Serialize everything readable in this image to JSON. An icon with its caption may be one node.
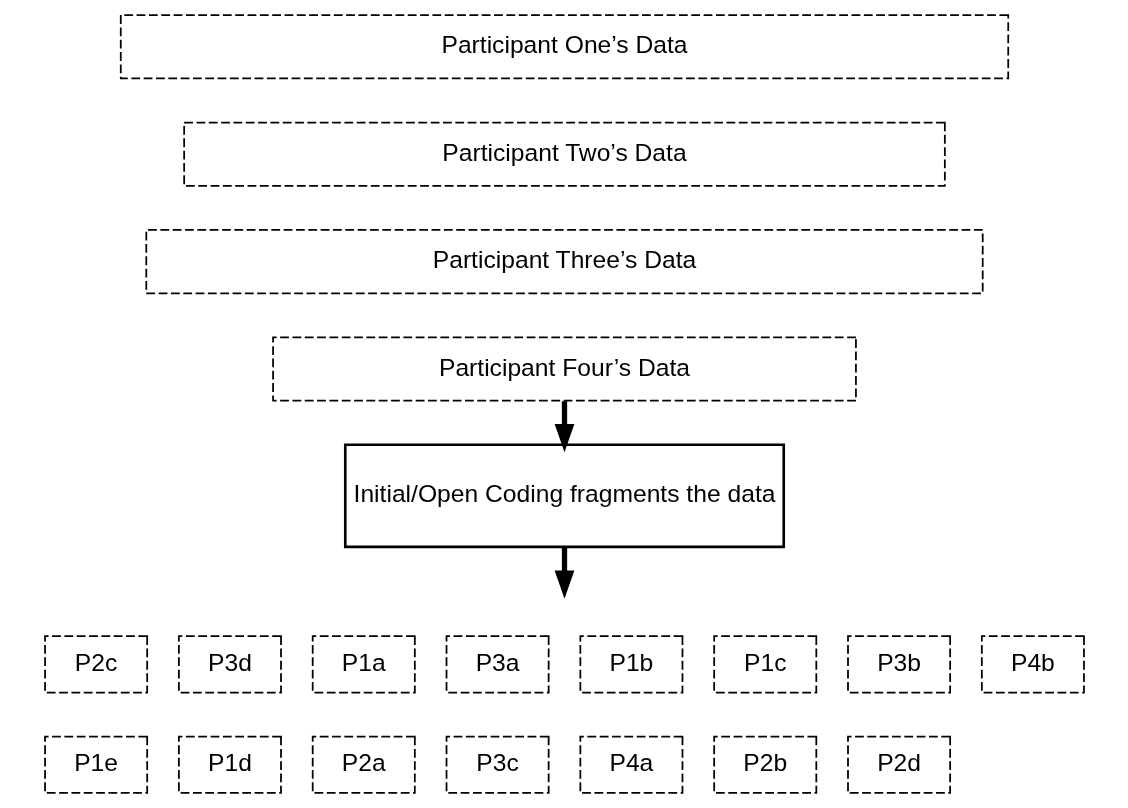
{
  "diagram": {
    "nodes": [
      {
        "text": [
          "Participant One’s Data"
        ]
      },
      {
        "text": [
          "Participant Two’s Data"
        ]
      },
      {
        "text": [
          "Participant Three’s Data"
        ]
      },
      {
        "text": [
          "Participant Four’s Data"
        ]
      },
      {
        "text": [
          "Initial/Open Coding fragments the data"
        ]
      },
      {
        "text": [
          "P2c"
        ]
      },
      {
        "text": [
          "P1e"
        ]
      },
      {
        "text": [
          "P3d"
        ]
      },
      {
        "text": [
          "P1d"
        ]
      },
      {
        "text": [
          "P1a"
        ]
      },
      {
        "text": [
          "P2a"
        ]
      },
      {
        "text": [
          "P3a"
        ]
      },
      {
        "text": [
          "P3c"
        ]
      },
      {
        "text": [
          "P1b"
        ]
      },
      {
        "text": [
          "P4a"
        ]
      },
      {
        "text": [
          "P1c"
        ]
      },
      {
        "text": [
          "P2b"
        ]
      },
      {
        "text": [
          "P3b"
        ]
      },
      {
        "text": [
          "P2d"
        ]
      },
      {
        "text": [
          "P4b"
        ]
      }
    ],
    "edges": [
      {
        "from": 3,
        "to": 4,
        "arrow": "to"
      },
      {
        "from": 4,
        "to": null,
        "arrow": "to"
      }
    ]
  }
}
